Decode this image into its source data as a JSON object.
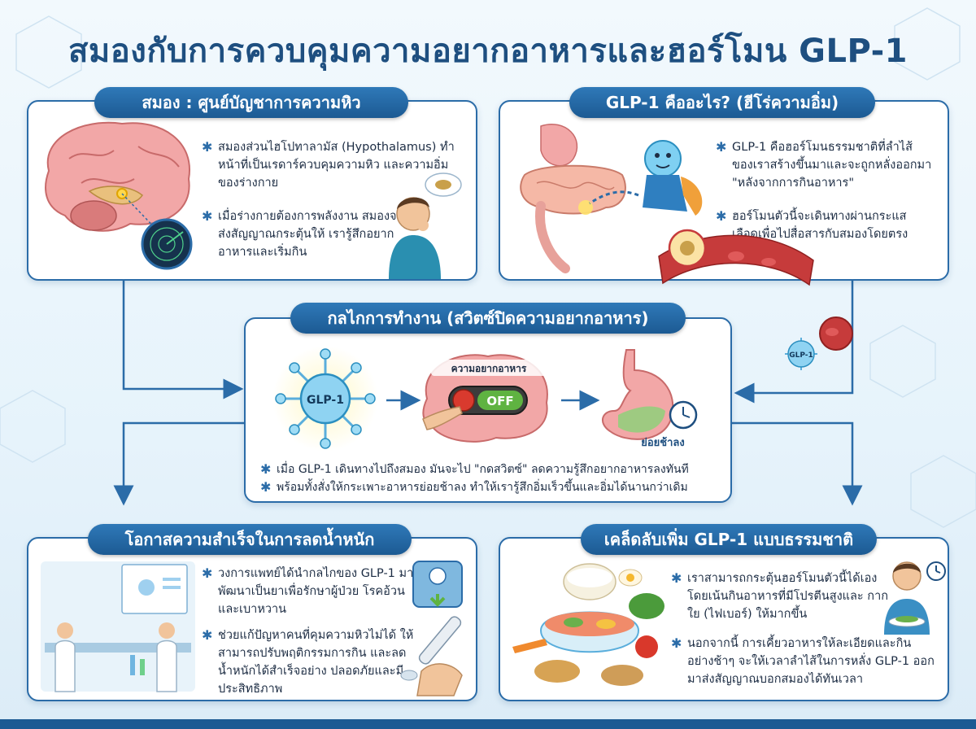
{
  "title": "สมองกับการควบคุมความอยากอาหารและฮอร์โมน GLP-1",
  "brain_card": {
    "header": "สมอง : ศูนย์บัญชาการความหิว",
    "bullets": [
      "สมองส่วนไฮโปทาลามัส (Hypothalamus) ทำหน้าที่เป็นเรดาร์ควบคุมความหิว และความอิ่มของร่างกาย",
      "เมื่อร่างกายต้องการพลังงาน สมองจะส่งสัญญาณกระตุ้นให้ เรารู้สึกอยากอาหารและเริ่มกิน"
    ]
  },
  "glp1_card": {
    "header": "GLP-1 คืออะไร? (ฮีโร่ความอิ่ม)",
    "bullets": [
      "GLP-1 คือฮอร์โมนธรรมชาติที่ลำไส้ ของเราสร้างขึ้นมาและจะถูกหลั่งออกมา \"หลังจากการกินอาหาร\"",
      "ฮอร์โมนตัวนี้จะเดินทางผ่านกระแส เลือดเพื่อไปสื่อสารกับสมองโดยตรง"
    ],
    "molecule_label": "GLP-1"
  },
  "mechanism_card": {
    "header": "กลไกการทำงาน (สวิตซ์ปิดความอยากอาหาร)",
    "molecule_label": "GLP-1",
    "brain_label": "ความอยากอาหาร",
    "switch_label": "OFF",
    "stomach_label": "ย่อยช้าลง",
    "bullets": [
      "เมื่อ GLP-1 เดินทางไปถึงสมอง มันจะไป \"กดสวิตซ์\" ลดความรู้สึกอยากอาหารลงทันที",
      "พร้อมทั้งสั่งให้กระเพาะอาหารย่อยช้าลง ทำให้เรารู้สึกอิ่มเร็วขึ้นและอิ่มได้นานกว่าเดิม"
    ]
  },
  "weight_card": {
    "header": "โอกาสความสำเร็จในการลดน้ำหนัก",
    "bullets": [
      "วงการแพทย์ได้นำกลไกของ GLP-1 มาพัฒนาเป็นยาเพื่อรักษาผู้ป่วย โรคอ้วนและเบาหวาน",
      "ช่วยแก้ปัญหาคนที่คุมความหิวไม่ได้ ให้สามารถปรับพฤติกรรมการกิน และลดน้ำหนักได้สำเร็จอย่าง ปลอดภัยและมีประสิทธิภาพ"
    ]
  },
  "tips_card": {
    "header": "เคล็ดลับเพิ่ม GLP-1 แบบธรรมชาติ",
    "bullets": [
      "เราสามารถกระตุ้นฮอร์โมนตัวนี้ได้เอง โดยเน้นกินอาหารที่มีโปรตีนสูงและ กากใย (ไฟเบอร์) ให้มากขึ้น",
      "นอกจากนี้ การเคี้ยวอาหารให้ละเอียดและกิน อย่างช้าๆ จะให้เวลาลำไส้ในการหลั่ง GLP-1 ออกมาส่งสัญญาณบอกสมองได้ทันเวลา"
    ]
  },
  "colors": {
    "primary": "#2b6ca8",
    "title": "#1e4f80",
    "accent_green": "#5fb341",
    "switch_red": "#d93a2e"
  }
}
